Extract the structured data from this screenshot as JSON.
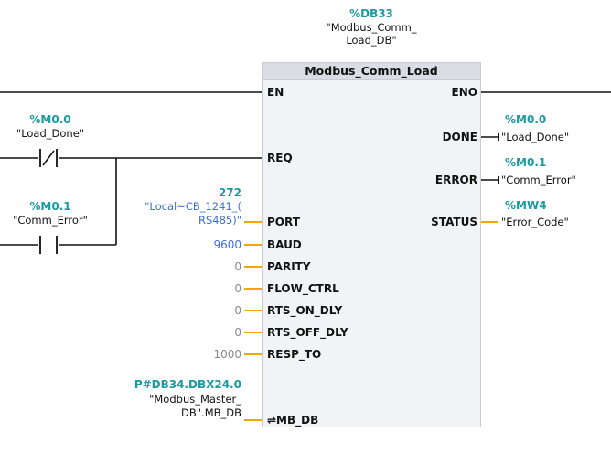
{
  "instance": {
    "address": "%DB33",
    "name_line1": "\"Modbus_Comm_",
    "name_line2": "Load_DB\""
  },
  "block": {
    "title": "Modbus_Comm_Load",
    "inputs": [
      "EN",
      "REQ",
      "PORT",
      "BAUD",
      "PARITY",
      "FLOW_CTRL",
      "RTS_ON_DLY",
      "RTS_OFF_DLY",
      "RESP_TO",
      "⇌MB_DB"
    ],
    "outputs": [
      "ENO",
      "DONE",
      "ERROR",
      "STATUS"
    ]
  },
  "contacts": [
    {
      "address": "%M0.0",
      "symbol": "\"Load_Done\"",
      "type": "normally-closed"
    },
    {
      "address": "%M0.1",
      "symbol": "\"Comm_Error\"",
      "type": "normally-open"
    }
  ],
  "port_param": {
    "value": "272",
    "line1": "\"Local~CB_1241_(",
    "line2": "RS485)\""
  },
  "constants": {
    "baud": "9600",
    "parity": "0",
    "flow_ctrl": "0",
    "rts_on_dly": "0",
    "rts_off_dly": "0",
    "resp_to": "1000"
  },
  "mb_db_param": {
    "address": "P#DB34.DBX24.0",
    "line1": "\"Modbus_Master_",
    "line2": "DB\".MB_DB"
  },
  "out_params": {
    "done": {
      "address": "%M0.0",
      "symbol": "\"Load_Done\""
    },
    "error": {
      "address": "%M0.1",
      "symbol": "\"Comm_Error\""
    },
    "status": {
      "address": "%MW4",
      "symbol": "\"Error_Code\""
    }
  },
  "colors": {
    "wire": "#111111",
    "param_line": "#f0a800",
    "teal": "#1a9ba0",
    "blue": "#3f6fd6",
    "gray": "#8a8a8a"
  }
}
